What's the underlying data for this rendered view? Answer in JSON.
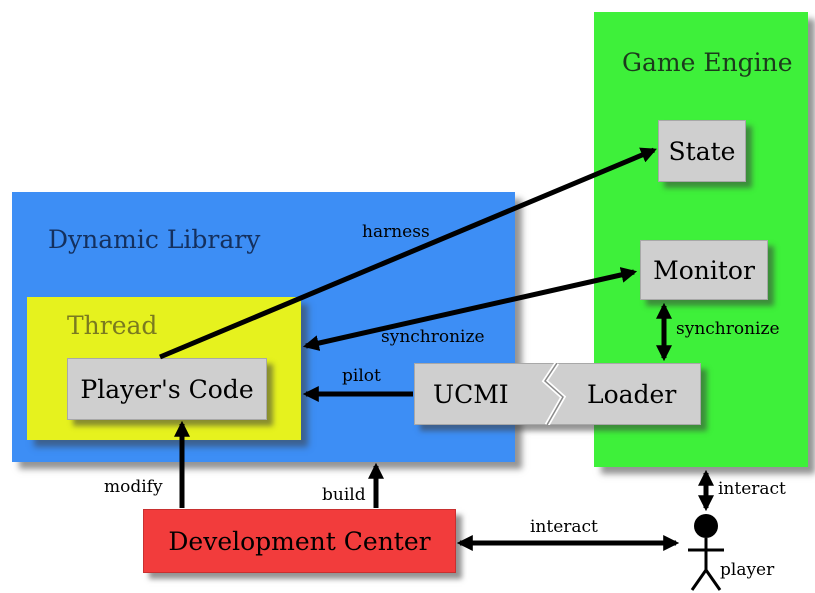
{
  "regions": {
    "game_engine": "Game Engine",
    "dynamic_library": "Dynamic Library",
    "thread": "Thread"
  },
  "nodes": {
    "state": "State",
    "monitor": "Monitor",
    "players_code": "Player's Code",
    "ucmi": "UCMI",
    "loader": "Loader",
    "development_center": "Development Center"
  },
  "actor": {
    "player": "player"
  },
  "edges": {
    "harness": "harness",
    "synchronize_thread": "synchronize",
    "synchronize_loader": "synchronize",
    "pilot": "pilot",
    "modify": "modify",
    "build": "build",
    "interact_dev": "interact",
    "interact_engine": "interact"
  },
  "colors": {
    "game_engine": "#3ef03a",
    "dynamic_library": "#3d8ef5",
    "thread": "#e6f21e",
    "development_center": "#f23c3c",
    "node": "#cfcfcf",
    "arrow": "#000000"
  }
}
